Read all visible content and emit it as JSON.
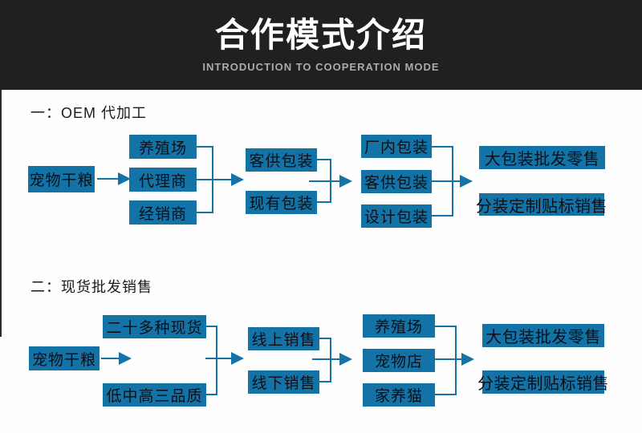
{
  "header": {
    "title": "合作模式介绍",
    "subtitle": "INTRODUCTION TO COOPERATION MODE"
  },
  "colors": {
    "accent_blue": "#1473a6",
    "header_bg": "#221f1f",
    "subtitle_gray": "#ababab",
    "box_text": "#0d0f16"
  },
  "sections": [
    {
      "heading": "一：OEM 代加工",
      "boxes": [
        "宠物干粮",
        "养殖场",
        "代理商",
        "经销商",
        "客供包装",
        "现有包装",
        "厂内包装",
        "客供包装",
        "设计包装",
        "大包装批发零售",
        "分装定制贴标销售"
      ]
    },
    {
      "heading": "二：现货批发销售",
      "boxes": [
        "宠物干粮",
        "二十多种现货",
        "低中高三品质",
        "线上销售",
        "线下销售",
        "养殖场",
        "宠物店",
        "家养猫",
        "大包装批发零售",
        "分装定制贴标销售"
      ]
    }
  ]
}
